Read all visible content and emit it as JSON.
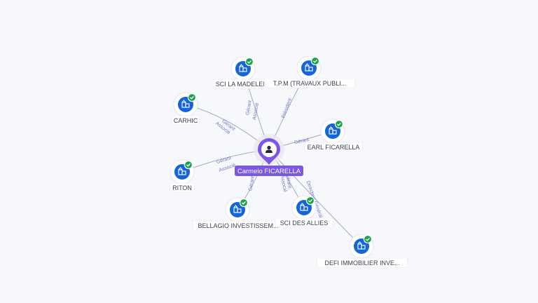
{
  "center": {
    "name": "Carmelo FICARELLA",
    "icon": "person-icon",
    "color": "#7b57e6"
  },
  "colors": {
    "company": "#1565d8",
    "check": "#1aa34a",
    "edge": "#a7abb6",
    "edge_label": "#7a72c8",
    "label_bg": "#ffffff"
  },
  "nodes": [
    {
      "id": "sci-la-madelein",
      "label": "SCI LA MADELEIN",
      "roles": [
        "Gérant",
        "Associé"
      ],
      "icon": "company-building-icon"
    },
    {
      "id": "tpm",
      "label": "T.P.M (TRAVAUX PUBLI...",
      "roles": [
        "Président"
      ],
      "icon": "company-building-icon"
    },
    {
      "id": "carhic",
      "label": "CARHIC",
      "roles": [
        "Gérant",
        "Associé"
      ],
      "icon": "company-building-icon"
    },
    {
      "id": "earl-ficarella",
      "label": "EARL FICARELLA",
      "roles": [
        "Gérant"
      ],
      "icon": "company-building-icon"
    },
    {
      "id": "riton",
      "label": "RITON",
      "roles": [
        "Gérant",
        "Associé"
      ],
      "icon": "company-building-icon"
    },
    {
      "id": "bellagio",
      "label": "BELLAGIO INVESTISSEM...",
      "roles": [
        "Gérant"
      ],
      "icon": "company-building-icon"
    },
    {
      "id": "sci-des-allies",
      "label": "SCI DES ALLIES",
      "roles": [
        "Gérant",
        "Associé"
      ],
      "icon": "company-building-icon"
    },
    {
      "id": "defi-immobilier",
      "label": "DEFI IMMOBILIER INVE...",
      "roles": [
        "Directeur Général"
      ],
      "icon": "company-building-icon"
    }
  ]
}
